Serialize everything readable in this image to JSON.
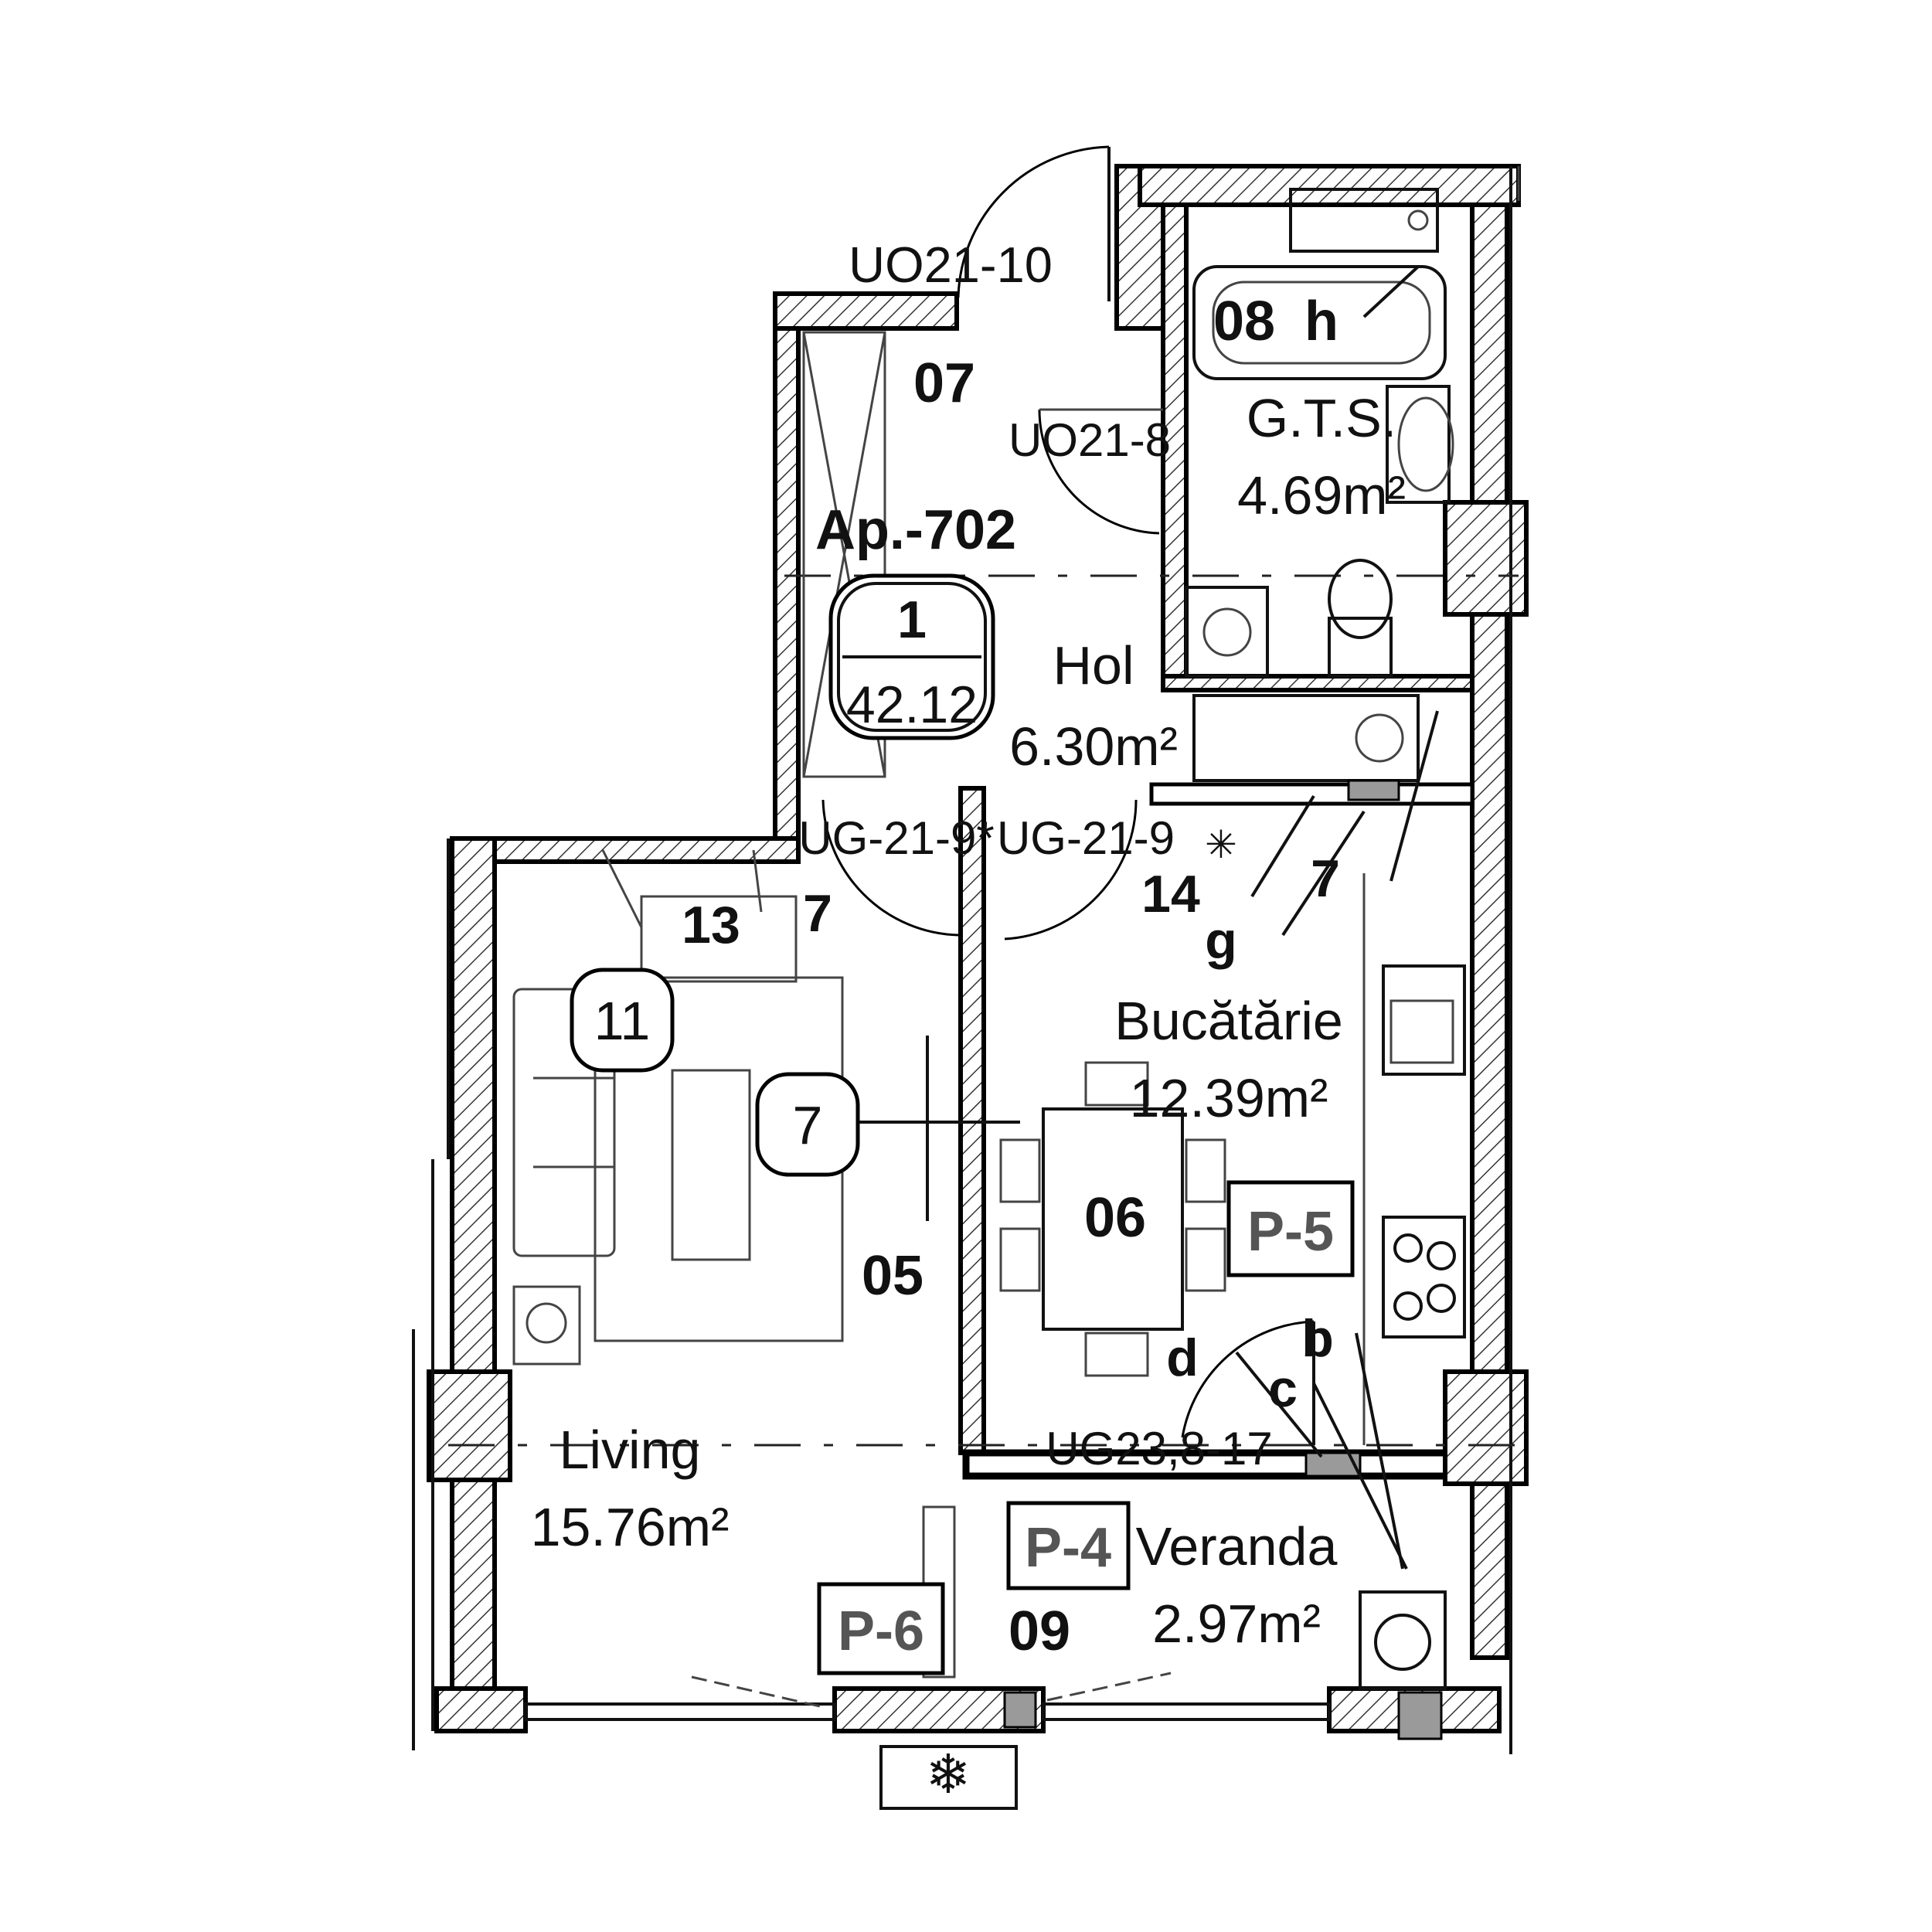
{
  "apartment": {
    "label": "Ap.-702",
    "badge_number": "1",
    "badge_area": "42.12"
  },
  "rooms": {
    "hol": {
      "code": "07",
      "name": "Hol",
      "area": "6.30m²"
    },
    "gts": {
      "code": "08",
      "suffix": "h",
      "name": "G.T.S.",
      "area": "4.69m²"
    },
    "bucatarie": {
      "code": "06",
      "name": "Bucătărie",
      "area": "12.39m²"
    },
    "living": {
      "code": "05",
      "name": "Living",
      "area": "15.76m²"
    },
    "veranda": {
      "code": "09",
      "name": "Veranda",
      "area": "2.97m²"
    }
  },
  "doors": {
    "entrance": "UO21-10",
    "bath": "UO21-8",
    "living_door": "UG-21-9*",
    "kitchen_door": "UG-21-9",
    "veranda_door": "UG23,8-17"
  },
  "markers": {
    "n13": "13",
    "n7_living_top": "7",
    "badge_11": "11",
    "badge_7": "7",
    "n14": "14",
    "n7_kitchen": "7",
    "g": "g",
    "b": "b",
    "c": "c",
    "d": "d"
  },
  "panels": {
    "p5": "P-5",
    "p4": "P-4",
    "p6": "P-6"
  }
}
